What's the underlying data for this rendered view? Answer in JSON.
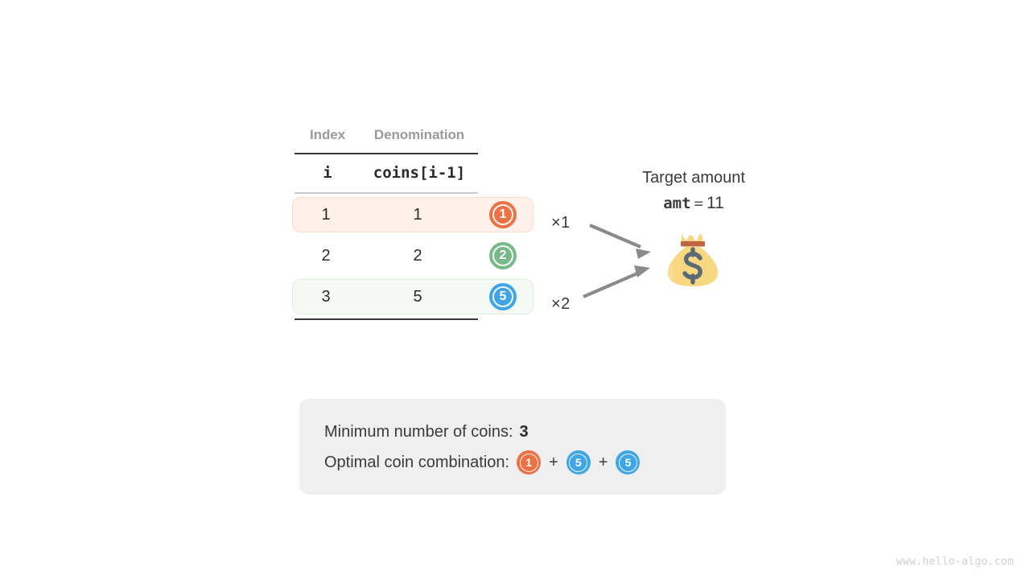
{
  "table": {
    "headers": {
      "index": "Index",
      "denomination": "Denomination"
    },
    "subheaders": {
      "index": "i",
      "denomination": "coins[i-1]"
    },
    "rows": [
      {
        "index": "1",
        "denomination": "1",
        "coin_label": "1",
        "coin_color": "#ec7145",
        "multiplier": "×1",
        "highlight": "orange"
      },
      {
        "index": "2",
        "denomination": "2",
        "coin_label": "2",
        "coin_color": "#78b98a",
        "multiplier": "",
        "highlight": "none"
      },
      {
        "index": "3",
        "denomination": "5",
        "coin_label": "5",
        "coin_color": "#3fa5e6",
        "multiplier": "×2",
        "highlight": "green"
      }
    ]
  },
  "target": {
    "title": "Target amount",
    "variable": "amt",
    "equals": "=",
    "value": "11"
  },
  "icons": {
    "money_bag": "money-bag-icon",
    "arrow_upper": "arrow-icon",
    "arrow_lower": "arrow-icon"
  },
  "result": {
    "min_coins_label": "Minimum number of coins:",
    "min_coins_value": "3",
    "combination_label": "Optimal coin combination:",
    "combination": [
      {
        "label": "1",
        "color": "#ec7145"
      },
      {
        "label": "5",
        "color": "#3fa5e6"
      },
      {
        "label": "5",
        "color": "#3fa5e6"
      }
    ],
    "plus": "+"
  },
  "watermark": "www.hello-algo.com",
  "colors": {
    "orange": "#ec7145",
    "green": "#78b98a",
    "blue": "#3fa5e6",
    "panel_bg": "#efefef",
    "row_orange_bg": "#fdf1ea",
    "row_green_bg": "#f4f9f4",
    "rule_dark": "#3a3a3a",
    "rule_light": "#c9c9c9",
    "header_text": "#9a9a9a",
    "arrow": "#8a8a8a",
    "bag_body": "#f7d780",
    "bag_band": "#c0663f",
    "bag_symbol": "#5a6b74"
  }
}
